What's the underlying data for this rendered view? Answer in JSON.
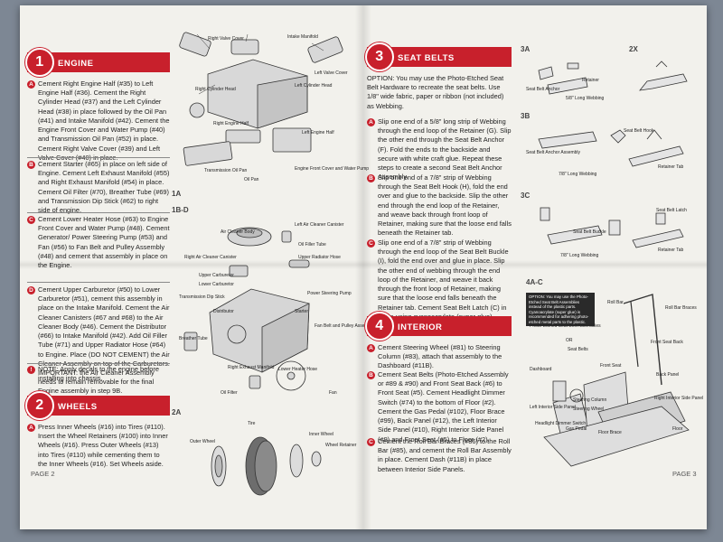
{
  "left_page": {
    "section1": {
      "number": "1",
      "title": "ENGINE"
    },
    "s1_A": "Cement Right Engine Half (#35) to Left Engine Half (#36). Cement the Right Cylinder Head (#37) and the Left Cylinder Head (#38) in place followed by the Oil Pan (#41) and Intake Manifold (#42). Cement the Engine Front Cover and Water Pump (#40) and Transmission Oil Pan (#52) in place. Cement Right Valve Cover (#39) and Left Valve Cover (#40) in place.",
    "s1_B": "Cement Starter (#65) in place on left side of Engine. Cement Left Exhaust Manifold (#55) and Right Exhaust Manifold (#54) in place. Cement Oil Filter (#70), Breather Tube (#69) and Transmission Dip Stick (#62) to right side of engine.",
    "s1_C": "Cement Lower Heater Hose (#63) to Engine Front Cover and Water Pump (#48). Cement Generator/ Power Steering Pump (#53) and Fan (#56) to Fan Belt and Pulley Assembly (#48) and cement that assembly in place on the Engine.",
    "s1_D": "Cement Upper Carburetor (#50) to Lower Carburetor (#51), cement this assembly in place on the Intake Manifold. Cement the Air Cleaner Canisters (#67 and #68) to the Air Cleaner Body (#46). Cement the Distributor (#66) to Intake Manifold (#42). Add Oil Filler Tube (#71) and Upper Radiator Hose (#64) to Engine. Place (DO NOT CEMENT) the Air Cleaner Assembly on top of the Carburetors. IMPORTANT: the Air Cleaner Assembly needs to remain removable for the final Engine assembly in step 9B.",
    "note": "NOTE: Apply decals to the engine before installing into chassis.",
    "section2": {
      "number": "2",
      "title": "WHEELS"
    },
    "s2_A": "Press Inner Wheels (#16) into Tires (#110). Insert the Wheel Retainers (#100) into Inner Wheels (#16). Press Outer Wheels (#13) into Tires (#110) while cementing them to the Inner Wheels (#16). Set Wheels aside.",
    "page_no": "PAGE 2",
    "fig_1A": "1A",
    "fig_1BD": "1B-D",
    "fig_2A": "2A",
    "labels_1A": [
      "Right Valve Cover",
      "Intake Manifold",
      "Left Valve Cover",
      "Right Cylinder Head",
      "Left Cylinder Head",
      "Right Engine Half",
      "Left Engine Half",
      "Transmission Oil Pan",
      "Oil Pan",
      "Engine Front Cover and Water Pump"
    ],
    "labels_1BD": [
      "Air Cleaner Body",
      "Left Air Cleaner Canister",
      "Right Air Cleaner Canister",
      "Oil Filler Tube",
      "Upper Radiator Hose",
      "Upper Carburetor",
      "Lower Carburetor",
      "Power Steering Pump",
      "Transmission Dip Stick",
      "Distributor",
      "Starter",
      "Breather Tube",
      "Fan Belt and Pulley Assembly",
      "Right Exhaust Manifold",
      "Lower Heater Hose",
      "Oil Filter",
      "Fan"
    ],
    "labels_2A": [
      "Tire",
      "Outer Wheel",
      "Inner Wheel",
      "Wheel Retainer"
    ]
  },
  "right_page": {
    "section3": {
      "number": "3",
      "title": "SEAT BELTS"
    },
    "s3_option": "OPTION: You may use the Photo-Etched Seat Belt Hardware to recreate the seat belts. Use 1/8\" wide fabric, paper or ribbon (not included) as Webbing.",
    "s3_A": "Slip one end of a 5/8\" long strip of Webbing through the end loop of the Retainer (G). Slip the other end through the Seat Belt Anchor (F). Fold the ends to the backside and secure with white craft glue. Repeat these steps to create a second Seat Belt Anchor Assembly.",
    "s3_B": "Slip one end of a 7/8\" strip of Webbing through the Seat Belt Hook (H), fold the end over and glue to the backside. Slip the other end through the end loop of the Retainer, and weave back through front loop of Retainer, making sure that the loose end falls beneath the Retainer tab.",
    "s3_C": "Slip one end of a 7/8\" strip of Webbing through the end loop of the Seat Belt Buckle (I), fold the end over and glue in place. Slip the other end of webbing through the end loop of the Retainer, and weave it back through the front loop of Retainer, making sure that the loose end falls beneath the Retainer tab. Cement Seat Belt Latch (C) in place using cyanoacrylate (super glue).",
    "section4": {
      "number": "4",
      "title": "INTERIOR"
    },
    "s4_A": "Cement Steering Wheel (#81) to Steering Column (#83), attach that assembly to the Dashboard (#11B).",
    "s4_B": "Cement Seat Belts (Photo-Etched Assembly or #89 & #90) and Front Seat Back (#6) to Front Seat (#5). Cement Headlight Dimmer Switch (#74) to the bottom of Floor (#2). Cement the Gas Pedal (#102), Floor Brace (#99), Back Panel (#12), the Left Interior Side Panel (#10), Right Interior Side Panel (#9) and Front Seat (#5) to Floor (#2).",
    "s4_C": "Cement the Roll Bar Braces (#86) to the Roll Bar (#85), and cement the Roll Bar Assembly in place. Cement Dash (#11B) in place between Interior Side Panels.",
    "page_no": "PAGE 3",
    "fig_3A": "3A",
    "fig_2X": "2X",
    "fig_3B": "3B",
    "fig_3C": "3C",
    "fig_4AC": "4A-C",
    "labels_3A": [
      "Retainer",
      "Seat Belt Anchor",
      "5/8\" Long Webbing"
    ],
    "labels_3B": [
      "Seat Belt Hook",
      "Seat Belt Anchor Assembly",
      "7/8\" Long Webbing",
      "Retainer Tab"
    ],
    "labels_3C": [
      "Seat Belt Latch",
      "Seat Belt Buckle",
      "7/8\" Long Webbing",
      "Retainer Tab"
    ],
    "labels_4AC": [
      "Roll Bar",
      "Roll Bar Braces",
      "Photo-Etched Seat Belt Assemblies",
      "OR",
      "Seat Belts",
      "Front Seat Back",
      "Front Seat",
      "Back Panel",
      "Dashboard",
      "Steering Column",
      "Steering Wheel",
      "Right Interior Side Panel",
      "Left Interior Side Panel",
      "Headlight Dimmer Switch",
      "Gas Pedal",
      "Floor Brace",
      "Floor"
    ],
    "option_box": "OPTION: You may use the Photo-Etched Seat Belt Assemblies instead of the plastic parts. Cyanoacrylate (super glue) is recommended for adhering photo-etched metal parts to the plastic."
  }
}
